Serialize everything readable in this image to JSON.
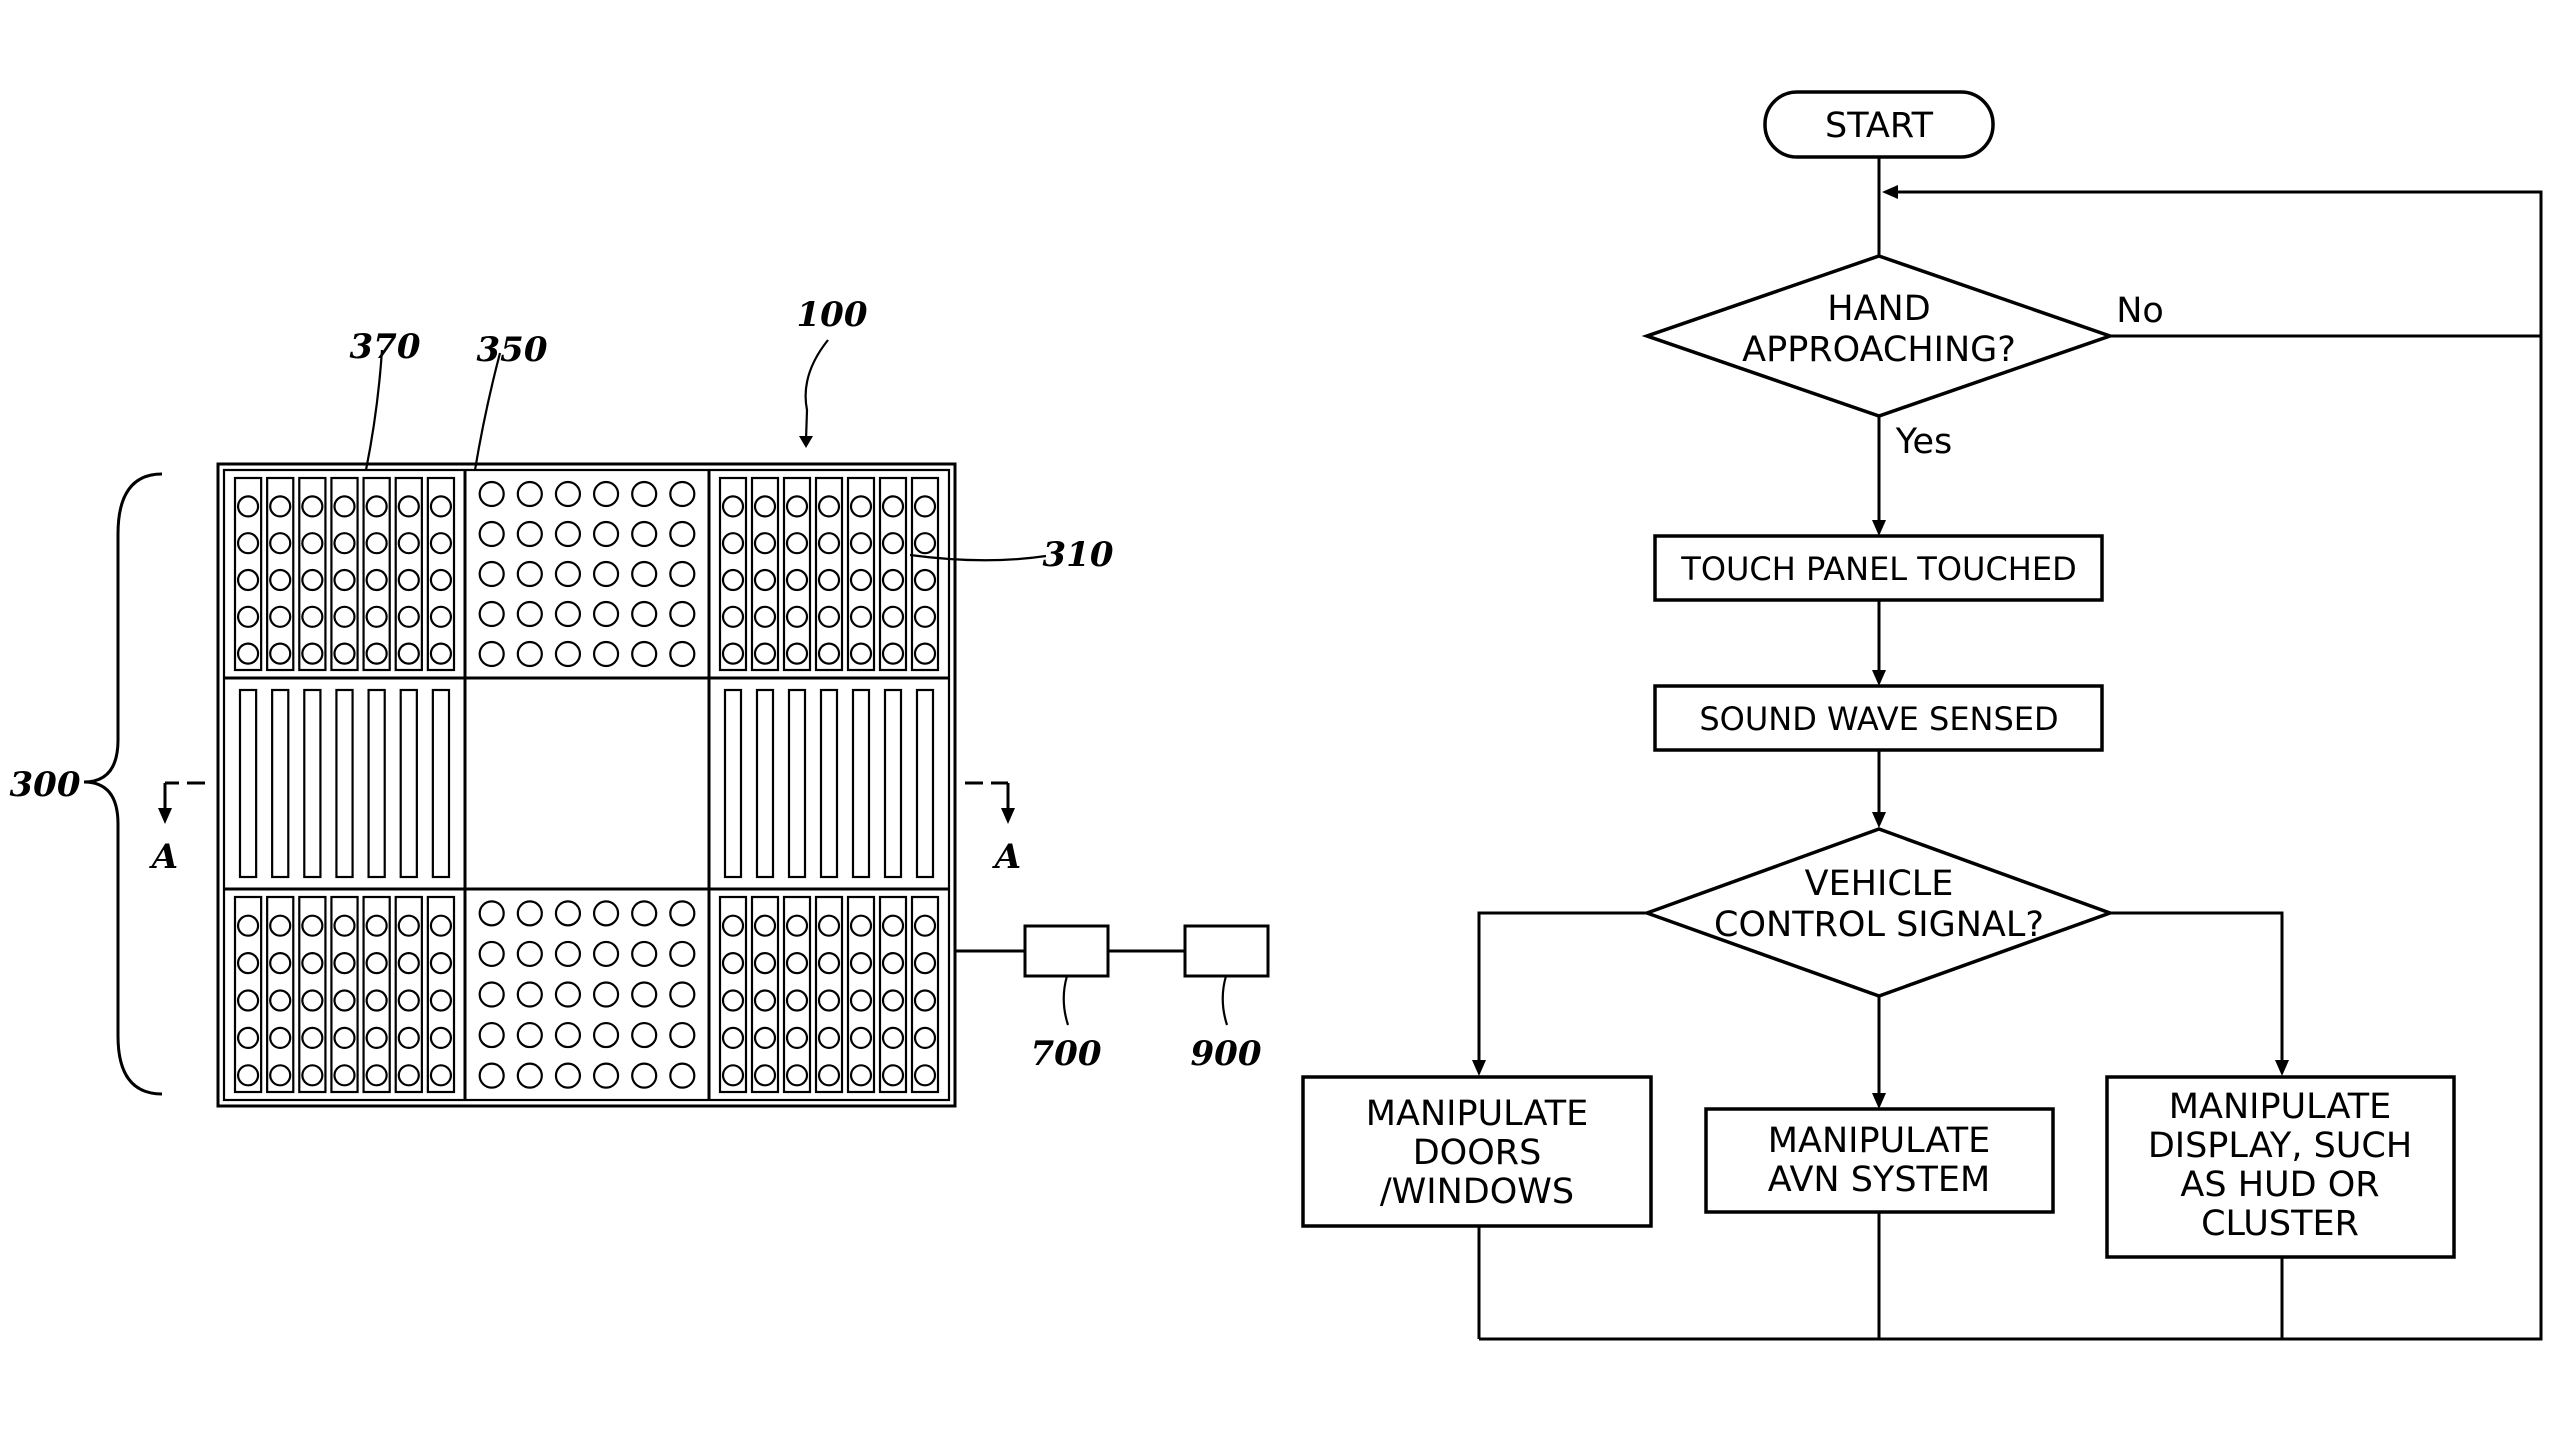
{
  "panel": {
    "refs": {
      "r370": "370",
      "r350": "350",
      "r100": "100",
      "r310": "310",
      "r300": "300",
      "section_left": "A",
      "section_right": "A",
      "r700": "700",
      "r900": "900"
    }
  },
  "flowchart": {
    "start": "START",
    "decision1": [
      "HAND",
      "APPROACHING?"
    ],
    "no_label": "No",
    "yes_label": "Yes",
    "step1": "TOUCH PANEL TOUCHED",
    "step2": "SOUND WAVE SENSED",
    "decision2": [
      "VEHICLE",
      "CONTROL SIGNAL?"
    ],
    "out_left": [
      "MANIPULATE",
      "DOORS",
      "/WINDOWS"
    ],
    "out_mid": [
      "MANIPULATE",
      "AVN SYSTEM"
    ],
    "out_right": [
      "MANIPULATE",
      "DISPLAY, SUCH",
      "AS HUD OR",
      "CLUSTER"
    ]
  }
}
